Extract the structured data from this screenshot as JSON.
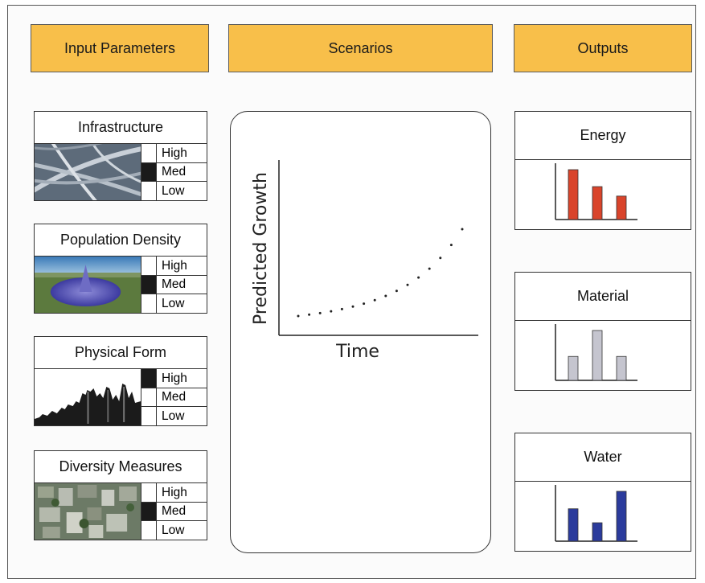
{
  "headers": {
    "input": "Input Parameters",
    "scenarios": "Scenarios",
    "outputs": "Outputs"
  },
  "inputs": [
    {
      "title": "Infrastructure",
      "levels": [
        "High",
        "Med",
        "Low"
      ],
      "selected": "Med",
      "image": "highway-interchange-photo"
    },
    {
      "title": "Population Density",
      "levels": [
        "High",
        "Med",
        "Low"
      ],
      "selected": "Med",
      "image": "density-surface-render"
    },
    {
      "title": "Physical Form",
      "levels": [
        "High",
        "Med",
        "Low"
      ],
      "selected": "High",
      "image": "city-skyline-photo"
    },
    {
      "title": "Diversity Measures",
      "levels": [
        "High",
        "Med",
        "Low"
      ],
      "selected": "Med",
      "image": "aerial-city-photo"
    }
  ],
  "scenario_chart": {
    "ylabel": "Predicted Growth",
    "xlabel": "Time",
    "curve": "exponential-dotted"
  },
  "outputs": [
    {
      "title": "Energy",
      "color": "#d9442b",
      "bar_values": [
        1.0,
        0.66,
        0.47
      ]
    },
    {
      "title": "Material",
      "color": "#c5c5cf",
      "bar_values": [
        0.48,
        1.0,
        0.48
      ]
    },
    {
      "title": "Water",
      "color": "#2b3b9c",
      "bar_values": [
        0.65,
        0.37,
        1.0
      ]
    }
  ]
}
